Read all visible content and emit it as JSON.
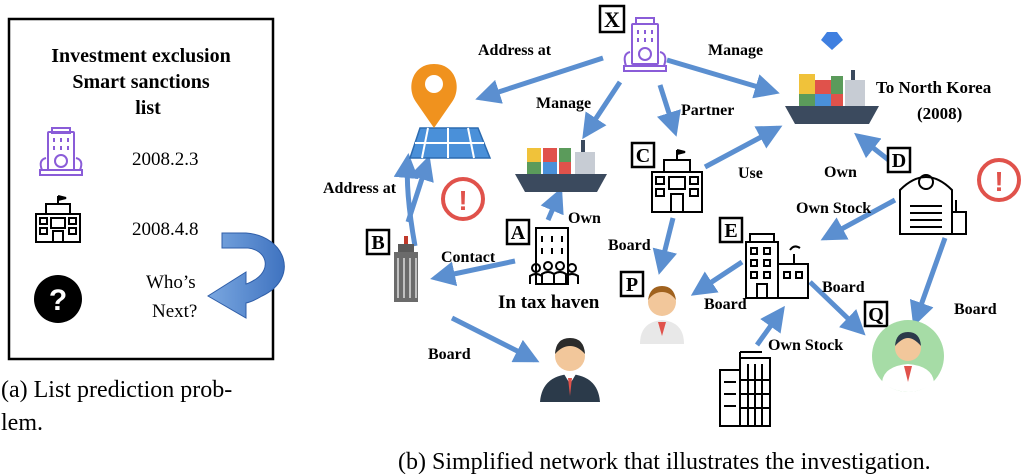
{
  "left_panel": {
    "title": [
      "Investment exclusion",
      "Smart sanctions",
      "list"
    ],
    "entries": [
      {
        "icon": "bank-building-icon",
        "date": "2008.2.3"
      },
      {
        "icon": "office-building-icon",
        "date": "2008.4.8"
      }
    ],
    "question_mark": "?",
    "next_text": [
      "Who’s",
      "Next?"
    ],
    "caption": [
      "(a) List prediction prob-",
      "lem."
    ]
  },
  "right_panel": {
    "caption": "(b) Simplified network that illustrates the investigation.",
    "nodes": {
      "X": "X",
      "A": "A",
      "B": "B",
      "C": "C",
      "D": "D",
      "E": "E",
      "P": "P",
      "Q": "Q",
      "a_sublabel": "In tax haven",
      "to_north_korea": [
        "To North Korea",
        "(2008)"
      ],
      "alert": "!"
    },
    "edges": {
      "address_at_top": "Address at",
      "address_at_left": "Address at",
      "manage_right": "Manage",
      "manage_left": "Manage",
      "partner": "Partner",
      "use": "Use",
      "own_d": "Own",
      "own_stock_d": "Own Stock",
      "own_a": "Own",
      "contact": "Contact",
      "board_c": "Board",
      "board_e_p": "Board",
      "board_e_q": "Board",
      "board_d": "Board",
      "board_b": "Board",
      "own_stock_bottom": "Own Stock"
    },
    "colors": {
      "arrow": "#5b8fd0",
      "alert": "#e0524b",
      "bank": "#8a5cd8",
      "ship_hull": "#3b4a5e",
      "pin": "#f0921e"
    }
  }
}
